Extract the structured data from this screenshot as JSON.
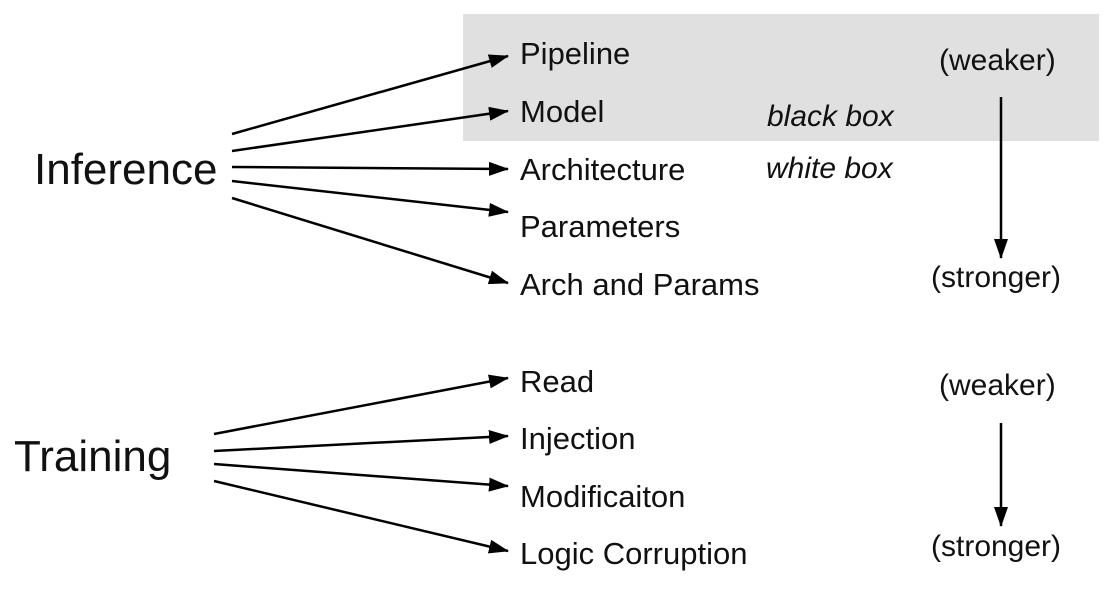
{
  "inference": {
    "label": "Inference",
    "items": [
      "Pipeline",
      "Model",
      "Architecture",
      "Parameters",
      "Arch and Params"
    ],
    "notes": {
      "black_box": "black box",
      "white_box": "white box"
    },
    "scale": {
      "top": "(weaker)",
      "bottom": "(stronger)"
    }
  },
  "training": {
    "label": "Training",
    "items": [
      "Read",
      "Injection",
      "Modificaiton",
      "Logic Corruption"
    ],
    "scale": {
      "top": "(weaker)",
      "bottom": "(stronger)"
    }
  },
  "colors": {
    "shade": "#e0e0e0",
    "ink": "#000000",
    "text": "#111111"
  }
}
